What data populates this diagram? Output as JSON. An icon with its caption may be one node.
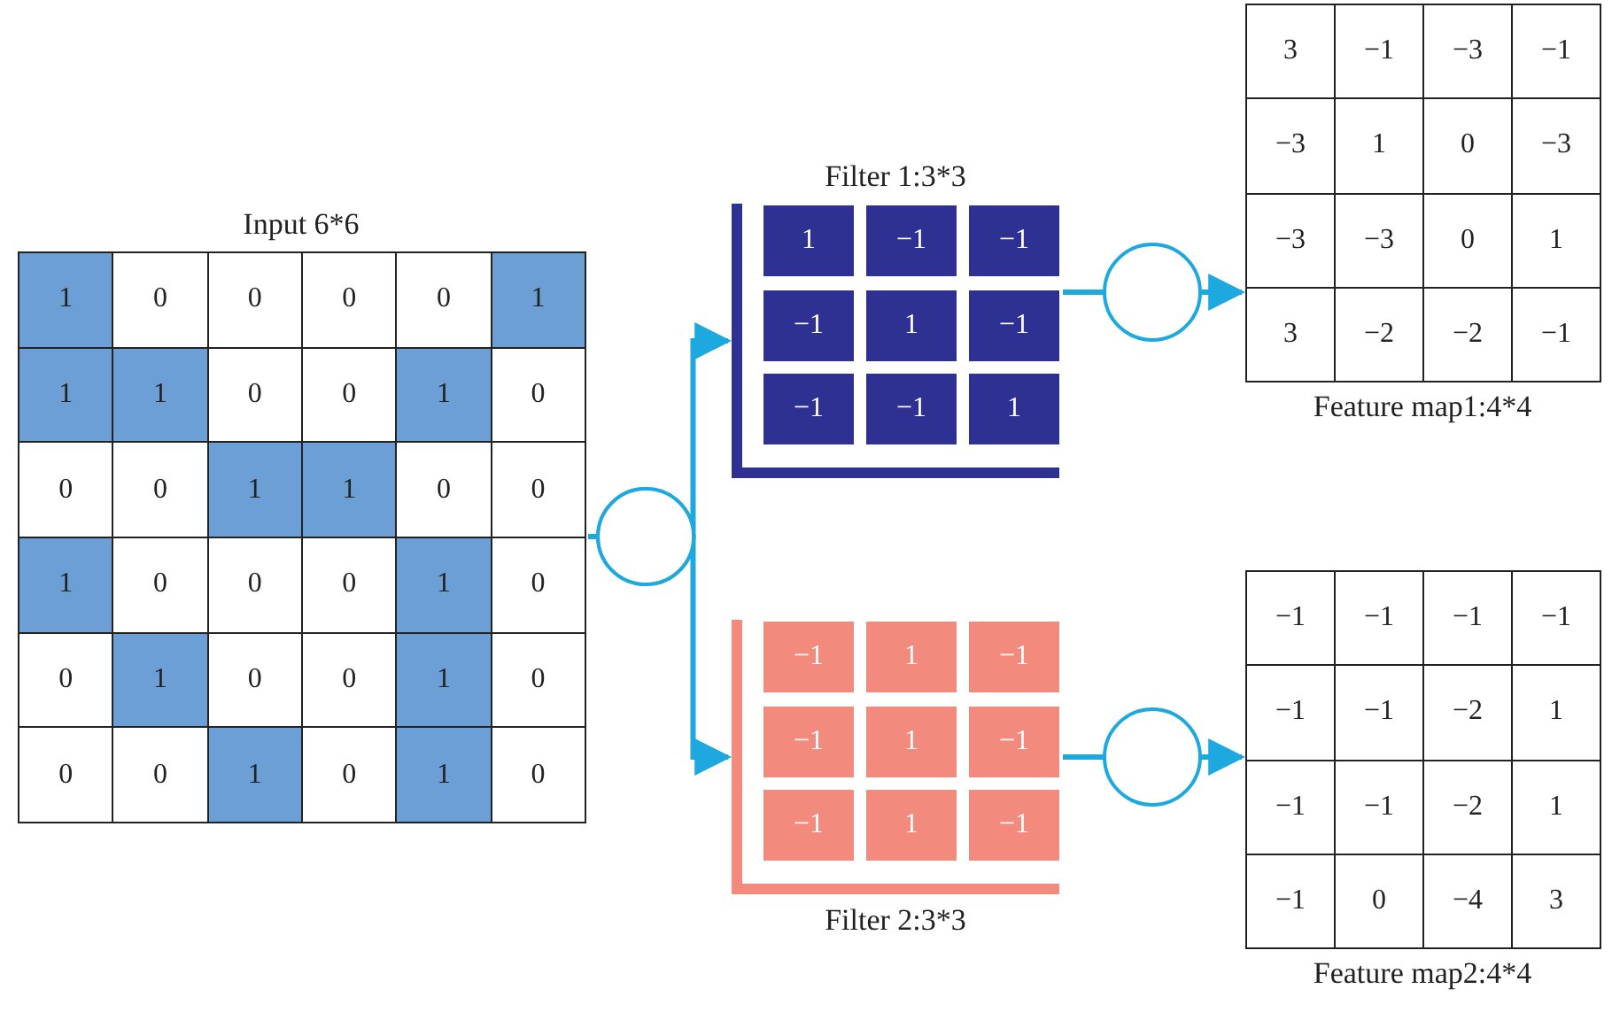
{
  "diagram": {
    "nodes": [
      {
        "text": [
          "Input 6*6",
          "1",
          "0",
          "0",
          "0",
          "0",
          "1",
          "1",
          "1",
          "0",
          "0",
          "1",
          "0",
          "0",
          "0",
          "1",
          "1",
          "0",
          "0",
          "1",
          "0",
          "0",
          "0",
          "1",
          "0",
          "0",
          "1",
          "0",
          "0",
          "1",
          "0",
          "0",
          "0",
          "1",
          "0",
          "1",
          "0"
        ]
      },
      {
        "text": [
          "Filter 1:3*3",
          "1",
          "−1",
          "−1",
          "−1",
          "1",
          "−1",
          "−1",
          "−1",
          "1"
        ]
      },
      {
        "text": [
          "Filter 2:3*3",
          "−1",
          "1",
          "−1",
          "−1",
          "1",
          "−1",
          "−1",
          "1",
          "−1"
        ]
      },
      {
        "text": [
          "Feature map1:4*4",
          "3",
          "−1",
          "−3",
          "−1",
          "−3",
          "1",
          "0",
          "−3",
          "−3",
          "−3",
          "0",
          "1",
          "3",
          "−2",
          "−2",
          "−1"
        ]
      },
      {
        "text": [
          "Feature map2:4*4",
          "−1",
          "−1",
          "−1",
          "−1",
          "−1",
          "−1",
          "−2",
          "1",
          "−1",
          "−1",
          "−2",
          "1",
          "−1",
          "0",
          "−4",
          "3"
        ]
      }
    ],
    "edges": [
      {
        "from": 0,
        "to": 1,
        "arrow": "to"
      },
      {
        "from": 0,
        "to": 2,
        "arrow": "to"
      },
      {
        "from": 1,
        "to": 3,
        "arrow": "to"
      },
      {
        "from": 2,
        "to": 4,
        "arrow": "to"
      }
    ]
  }
}
